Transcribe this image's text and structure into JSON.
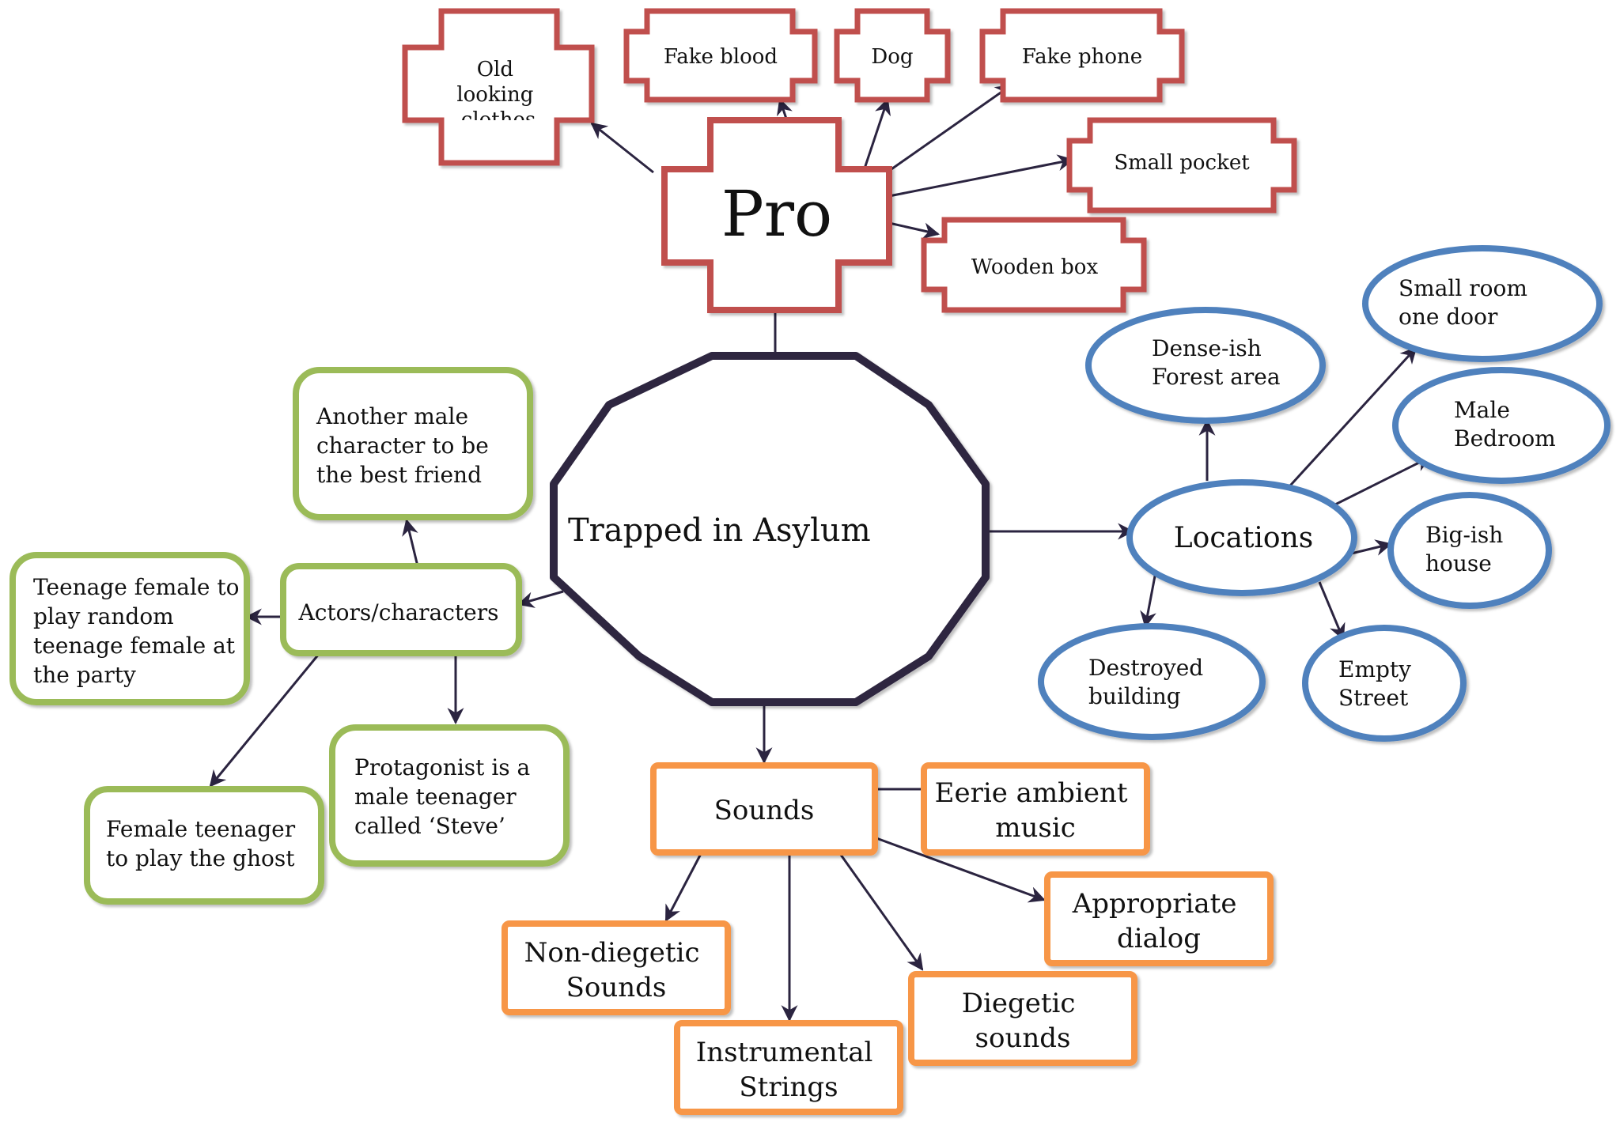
{
  "colors": {
    "red": "#c0504d",
    "green": "#9bbb59",
    "blue": "#4f81bd",
    "orange": "#f79646",
    "dark": "#2f2741",
    "arrow": "#2b2440"
  },
  "central": {
    "label": "Trapped in Asylum"
  },
  "props": {
    "hub": "Pro",
    "items": [
      {
        "lines": [
          "Old",
          "looking",
          "clothes"
        ]
      },
      {
        "lines": [
          "Fake blood"
        ]
      },
      {
        "lines": [
          "Dog"
        ]
      },
      {
        "lines": [
          "Fake phone"
        ]
      },
      {
        "lines": [
          "Small pocket"
        ]
      },
      {
        "lines": [
          "Wooden box"
        ]
      }
    ]
  },
  "locations": {
    "hub": "Locations",
    "items": [
      {
        "lines": [
          "Dense-ish",
          "Forest area"
        ]
      },
      {
        "lines": [
          "Small room",
          "one door"
        ]
      },
      {
        "lines": [
          "Male",
          "Bedroom"
        ]
      },
      {
        "lines": [
          "Big-ish",
          "house"
        ]
      },
      {
        "lines": [
          "Empty",
          "Street"
        ]
      },
      {
        "lines": [
          "Destroyed",
          "building"
        ]
      }
    ]
  },
  "actors": {
    "hub": "Actors/characters",
    "items": [
      {
        "lines": [
          "Another male",
          "character to be",
          "the best friend"
        ]
      },
      {
        "lines": [
          "Teenage female to",
          "play random",
          "teenage female at",
          "the party"
        ]
      },
      {
        "lines": [
          "Female teenager",
          "to play the ghost"
        ]
      },
      {
        "lines": [
          "Protagonist is a",
          "male teenager",
          "called ‘Steve’"
        ]
      }
    ]
  },
  "sounds": {
    "hub": "Sounds",
    "items": [
      {
        "lines": [
          "Eerie ambient",
          "music"
        ]
      },
      {
        "lines": [
          "Appropriate",
          "dialog"
        ]
      },
      {
        "lines": [
          "Diegetic",
          "sounds"
        ]
      },
      {
        "lines": [
          "Instrumental",
          "Strings"
        ]
      },
      {
        "lines": [
          "Non-diegetic",
          "Sounds"
        ]
      }
    ]
  }
}
